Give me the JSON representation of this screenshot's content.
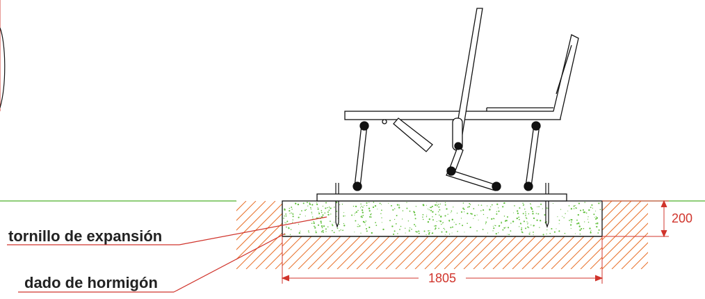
{
  "labels": {
    "anchor_bolt": "tornillo de expansión",
    "concrete_block": "dado de hormigón"
  },
  "dimensions": {
    "depth": "200",
    "width": "1805"
  },
  "colors": {
    "ground_line": "#4caf2a",
    "soil_hatch": "#e8702a",
    "annotation": "#d0342c",
    "concrete_speckle": "#5fbf3a",
    "outline": "#111111"
  }
}
